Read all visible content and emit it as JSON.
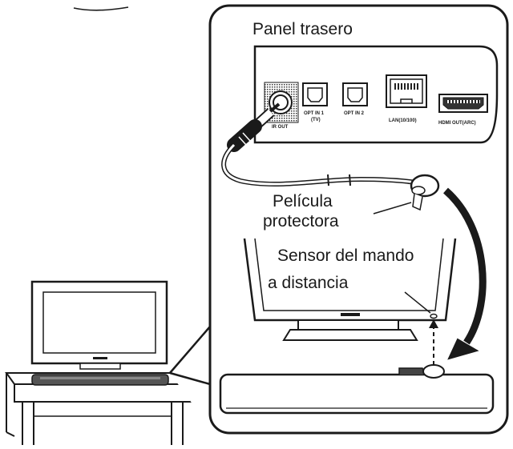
{
  "panel_title": "Panel trasero",
  "ports": {
    "ir_out": "IR OUT",
    "opt_in1": "OPT IN 1",
    "opt_in1_sub": "(TV)",
    "opt_in2": "OPT IN 2",
    "lan": "LAN(10/100)",
    "hdmi": "HDMI OUT(ARC)"
  },
  "labels": {
    "film_line1": "Película",
    "film_line2": "protectora",
    "sensor_line1": "Sensor del mando",
    "sensor_line2": "a distancia"
  },
  "colors": {
    "line": "#1a1a1a",
    "panel_fill": "#ffffff",
    "shade": "#444444"
  }
}
